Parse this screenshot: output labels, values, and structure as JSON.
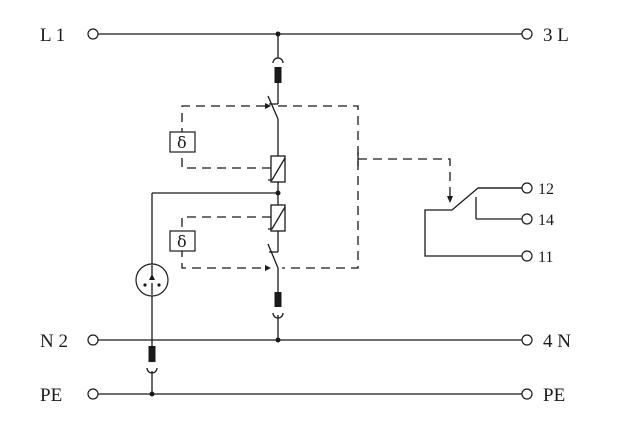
{
  "terminals": {
    "l1": "L 1",
    "l3": "3 L",
    "n2": "N 2",
    "n4": "4 N",
    "pe_left": "PE",
    "pe_right": "PE",
    "c12": "12",
    "c14": "14",
    "c11": "11"
  },
  "indicators": {
    "upper": "δ",
    "lower": "δ"
  },
  "icons": {
    "fuse": "fuse-icon",
    "switch": "switch-contact-icon",
    "varistor": "varistor-icon",
    "spark_gap": "gas-discharge-tube-icon",
    "relay": "changeover-contact-icon"
  }
}
